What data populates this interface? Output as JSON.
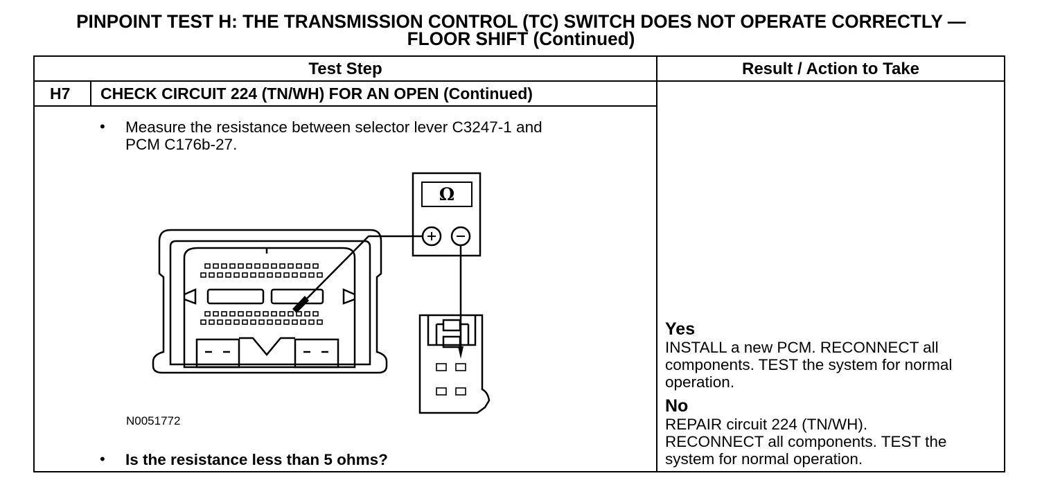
{
  "page": {
    "title_line1": "PINPOINT TEST H: THE TRANSMISSION CONTROL (TC) SWITCH DOES NOT OPERATE CORRECTLY —",
    "title_line2": "FLOOR SHIFT (Continued)"
  },
  "table": {
    "headers": [
      "Test Step",
      "Result / Action to Take"
    ],
    "step": {
      "id": "H7",
      "title": "CHECK CIRCUIT 224 (TN/WH) FOR AN OPEN (Continued)",
      "bullet1_line1": "Measure the resistance between selector lever C3247-1 and",
      "bullet1_line2": "PCM C176b-27.",
      "bullet2": "Is the resistance less than 5 ohms?",
      "figure_id": "N0051772",
      "meter_symbol": "Ω"
    },
    "results": {
      "yes_label": "Yes",
      "yes_line1": "INSTALL a new PCM. RECONNECT all",
      "yes_line2": "components. TEST the system for normal",
      "yes_line3": "operation.",
      "no_label": "No",
      "no_line1": "REPAIR circuit 224 (TN/WH).",
      "no_line2": "RECONNECT all components. TEST the",
      "no_line3": "system for normal operation."
    }
  }
}
